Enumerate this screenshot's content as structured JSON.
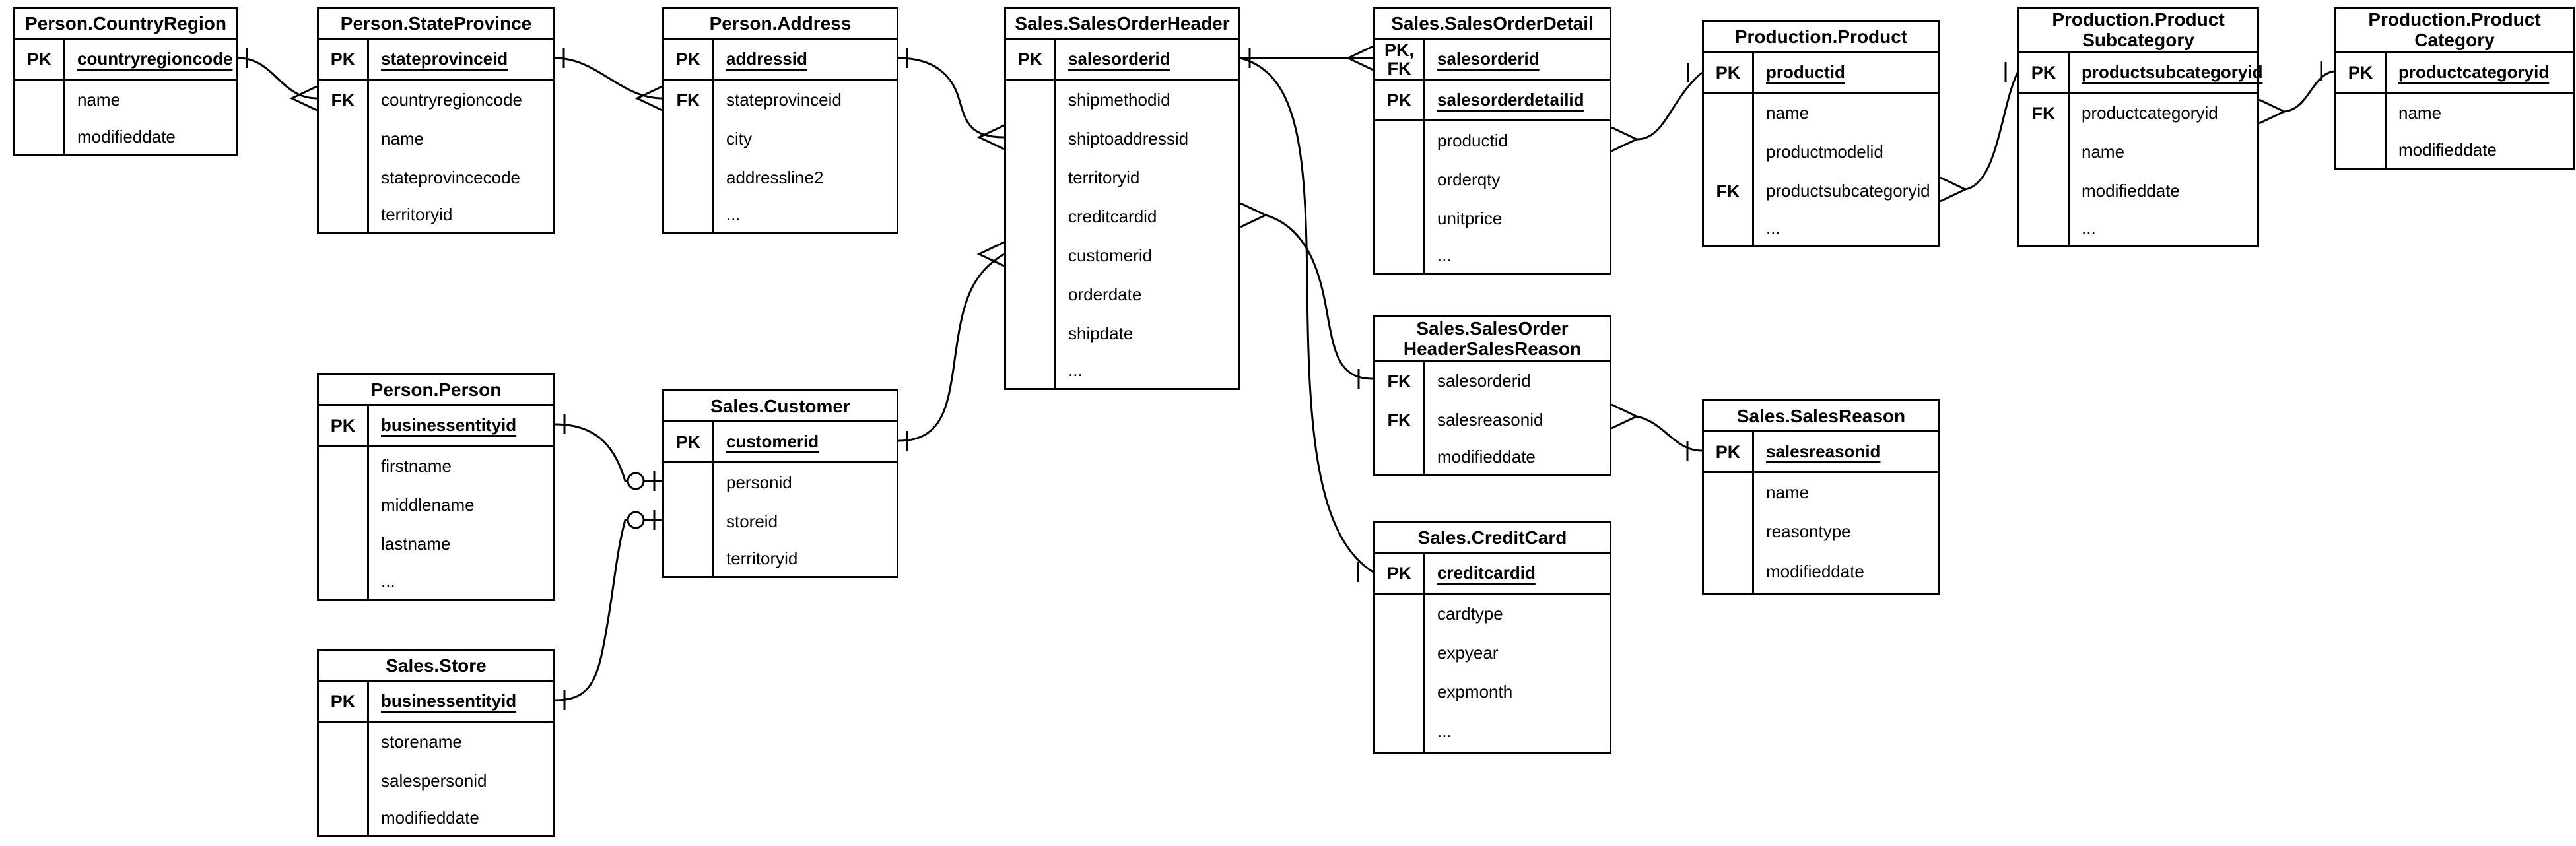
{
  "diagram": {
    "kind": "entity-relationship-diagram",
    "notation": "crow-foot",
    "colors": {
      "line": "#000000",
      "background": "#ffffff",
      "text": "#000000"
    }
  },
  "entities": [
    {
      "id": "person-countryregion",
      "title": [
        "Person.CountryRegion"
      ],
      "rows": [
        {
          "key": "PK",
          "label": "countryregioncode"
        },
        {
          "key": "",
          "label": "name"
        },
        {
          "key": "",
          "label": "modifieddate"
        }
      ]
    },
    {
      "id": "person-stateprovince",
      "title": [
        "Person.StateProvince"
      ],
      "rows": [
        {
          "key": "PK",
          "label": "stateprovinceid"
        },
        {
          "key": "FK",
          "label": "countryregioncode"
        },
        {
          "key": "",
          "label": "name"
        },
        {
          "key": "",
          "label": "stateprovincecode"
        },
        {
          "key": "",
          "label": "territoryid"
        }
      ]
    },
    {
      "id": "person-address",
      "title": [
        "Person.Address"
      ],
      "rows": [
        {
          "key": "PK",
          "label": "addressid"
        },
        {
          "key": "FK",
          "label": "stateprovinceid"
        },
        {
          "key": "",
          "label": "city"
        },
        {
          "key": "",
          "label": "addressline2"
        },
        {
          "key": "",
          "label": "..."
        }
      ]
    },
    {
      "id": "sales-salesorderheader",
      "title": [
        "Sales.SalesOrderHeader"
      ],
      "rows": [
        {
          "key": "PK",
          "label": "salesorderid"
        },
        {
          "key": "",
          "label": "shipmethodid"
        },
        {
          "key": "",
          "label": "shiptoaddressid"
        },
        {
          "key": "",
          "label": "territoryid"
        },
        {
          "key": "",
          "label": "creditcardid"
        },
        {
          "key": "",
          "label": "customerid"
        },
        {
          "key": "",
          "label": "orderdate"
        },
        {
          "key": "",
          "label": "shipdate"
        },
        {
          "key": "",
          "label": "..."
        }
      ]
    },
    {
      "id": "sales-salesorderdetail",
      "title": [
        "Sales.SalesOrderDetail"
      ],
      "rows": [
        {
          "key": "PK,\nFK",
          "label": "salesorderid"
        },
        {
          "key": "PK",
          "label": "salesorderdetailid"
        },
        {
          "key": "",
          "label": "productid"
        },
        {
          "key": "",
          "label": "orderqty"
        },
        {
          "key": "",
          "label": "unitprice"
        },
        {
          "key": "",
          "label": "..."
        }
      ]
    },
    {
      "id": "production-product",
      "title": [
        "Production.Product"
      ],
      "rows": [
        {
          "key": "PK",
          "label": "productid"
        },
        {
          "key": "",
          "label": "name"
        },
        {
          "key": "",
          "label": "productmodelid"
        },
        {
          "key": "FK",
          "label": "productsubcategoryid"
        },
        {
          "key": "",
          "label": "..."
        }
      ]
    },
    {
      "id": "production-productsubcategory",
      "title": [
        "Production.Product",
        "Subcategory"
      ],
      "rows": [
        {
          "key": "PK",
          "label": "productsubcategoryid"
        },
        {
          "key": "FK",
          "label": "productcategoryid"
        },
        {
          "key": "",
          "label": "name"
        },
        {
          "key": "",
          "label": "modifieddate"
        },
        {
          "key": "",
          "label": "..."
        }
      ]
    },
    {
      "id": "production-productcategory",
      "title": [
        "Production.Product",
        "Category"
      ],
      "rows": [
        {
          "key": "PK",
          "label": "productcategoryid"
        },
        {
          "key": "",
          "label": "name"
        },
        {
          "key": "",
          "label": "modifieddate"
        }
      ]
    },
    {
      "id": "person-person",
      "title": [
        "Person.Person"
      ],
      "rows": [
        {
          "key": "PK",
          "label": "businessentityid"
        },
        {
          "key": "",
          "label": "firstname"
        },
        {
          "key": "",
          "label": "middlename"
        },
        {
          "key": "",
          "label": "lastname"
        },
        {
          "key": "",
          "label": "..."
        }
      ]
    },
    {
      "id": "sales-customer",
      "title": [
        "Sales.Customer"
      ],
      "rows": [
        {
          "key": "PK",
          "label": "customerid"
        },
        {
          "key": "",
          "label": "personid"
        },
        {
          "key": "",
          "label": "storeid"
        },
        {
          "key": "",
          "label": "territoryid"
        }
      ]
    },
    {
      "id": "sales-store",
      "title": [
        "Sales.Store"
      ],
      "rows": [
        {
          "key": "PK",
          "label": "businessentityid"
        },
        {
          "key": "",
          "label": "storename"
        },
        {
          "key": "",
          "label": "salespersonid"
        },
        {
          "key": "",
          "label": "modifieddate"
        }
      ]
    },
    {
      "id": "sales-salesorderheadersalesreason",
      "title": [
        "Sales.SalesOrder",
        "HeaderSalesReason"
      ],
      "rows": [
        {
          "key": "FK",
          "label": "salesorderid"
        },
        {
          "key": "FK",
          "label": "salesreasonid"
        },
        {
          "key": "",
          "label": "modifieddate"
        }
      ]
    },
    {
      "id": "sales-salesreason",
      "title": [
        "Sales.SalesReason"
      ],
      "rows": [
        {
          "key": "PK",
          "label": "salesreasonid"
        },
        {
          "key": "",
          "label": "name"
        },
        {
          "key": "",
          "label": "reasontype"
        },
        {
          "key": "",
          "label": "modifieddate"
        }
      ]
    },
    {
      "id": "sales-creditcard",
      "title": [
        "Sales.CreditCard"
      ],
      "rows": [
        {
          "key": "PK",
          "label": "creditcardid"
        },
        {
          "key": "",
          "label": "cardtype"
        },
        {
          "key": "",
          "label": "expyear"
        },
        {
          "key": "",
          "label": "expmonth"
        },
        {
          "key": "",
          "label": "..."
        }
      ]
    }
  ],
  "relationships": [
    {
      "from": "Person.CountryRegion.countryregioncode",
      "to": "Person.StateProvince.countryregioncode",
      "from_marker": "one",
      "to_marker": "many"
    },
    {
      "from": "Person.StateProvince.stateprovinceid",
      "to": "Person.Address.stateprovinceid",
      "from_marker": "one",
      "to_marker": "many"
    },
    {
      "from": "Person.Address.addressid",
      "to": "Sales.SalesOrderHeader.shiptoaddressid",
      "from_marker": "one",
      "to_marker": "many"
    },
    {
      "from": "Sales.Customer.customerid",
      "to": "Sales.SalesOrderHeader.customerid",
      "from_marker": "one",
      "to_marker": "many"
    },
    {
      "from": "Sales.SalesOrderHeader.salesorderid",
      "to": "Sales.SalesOrderDetail.salesorderid",
      "from_marker": "one",
      "to_marker": "many"
    },
    {
      "from": "Sales.SalesOrderHeader.salesorderid",
      "to": "Sales.CreditCard.creditcardid",
      "from_marker": "one",
      "to_marker": "one"
    },
    {
      "from": "Sales.SalesOrderHeader.creditcardid",
      "to": "Sales.SalesOrderHeaderSalesReason.salesorderid",
      "from_marker": "many",
      "to_marker": "one"
    },
    {
      "from": "Sales.SalesOrderHeaderSalesReason.salesreasonid",
      "to": "Sales.SalesReason.salesreasonid",
      "from_marker": "many",
      "to_marker": "one"
    },
    {
      "from": "Sales.SalesOrderDetail.productid",
      "to": "Production.Product.productid",
      "from_marker": "many",
      "to_marker": "one"
    },
    {
      "from": "Production.Product.productsubcategoryid",
      "to": "Production.ProductSubcategory.productsubcategoryid",
      "from_marker": "many",
      "to_marker": "one"
    },
    {
      "from": "Production.ProductSubcategory.productcategoryid",
      "to": "Production.ProductCategory.productcategoryid",
      "from_marker": "many",
      "to_marker": "one"
    },
    {
      "from": "Person.Person.businessentityid",
      "to": "Sales.Customer.personid",
      "from_marker": "one",
      "to_marker": "zero-or-one"
    },
    {
      "from": "Sales.Store.businessentityid",
      "to": "Sales.Customer.storeid",
      "from_marker": "one",
      "to_marker": "zero-or-one"
    }
  ]
}
